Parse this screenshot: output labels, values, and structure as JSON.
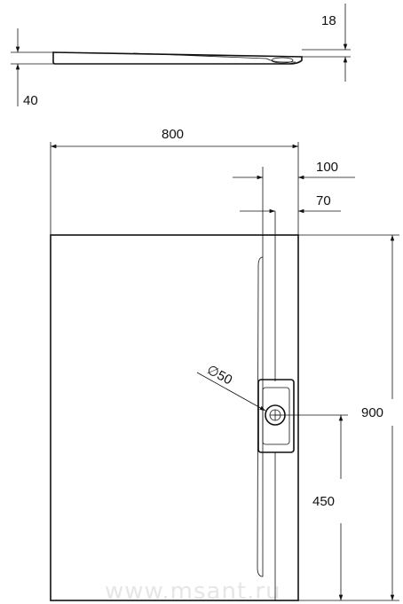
{
  "dimensions": {
    "height_top": "18",
    "height_left": "40",
    "width": "800",
    "offset_100": "100",
    "offset_70": "70",
    "length": "900",
    "half_length": "450",
    "drain_diameter": "∅50"
  },
  "watermark": "www.msant.ru",
  "colors": {
    "line": "#111111",
    "background": "#ffffff",
    "watermark": "#e6e6e6"
  }
}
